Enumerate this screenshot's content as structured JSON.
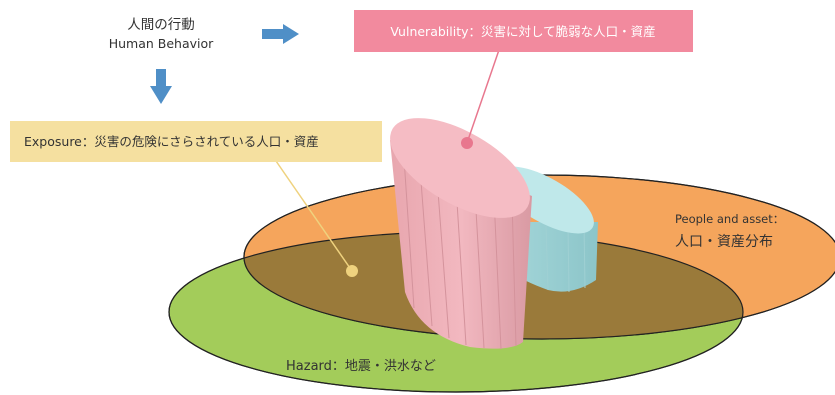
{
  "human_behavior": {
    "title_ja": "人間の行動",
    "title_en": "Human Behavior"
  },
  "vulnerability": {
    "label": "Vulnerability：災害に対して脆弱な人口・資産"
  },
  "exposure": {
    "label": "Exposure：災害の危険にさらされている人口・資産"
  },
  "people_asset": {
    "line1": "People and asset：",
    "line2": "人口・資産分布"
  },
  "hazard": {
    "label": "Hazard：地震・洪水など"
  },
  "colors": {
    "arrow": "#4f8fc7",
    "vulnerability_box": "#f28a9e",
    "exposure_box": "#f5e0a0",
    "hazard_ellipse": "#a3cc5a",
    "people_ellipse": "#f5a55c",
    "overlap": "#9a7a3a",
    "pink_cylinder": "#f0b3bb",
    "cyan_cylinder": "#b6e3e6",
    "vulnerability_leader": "#e8778e",
    "exposure_leader": "#efd27e"
  }
}
